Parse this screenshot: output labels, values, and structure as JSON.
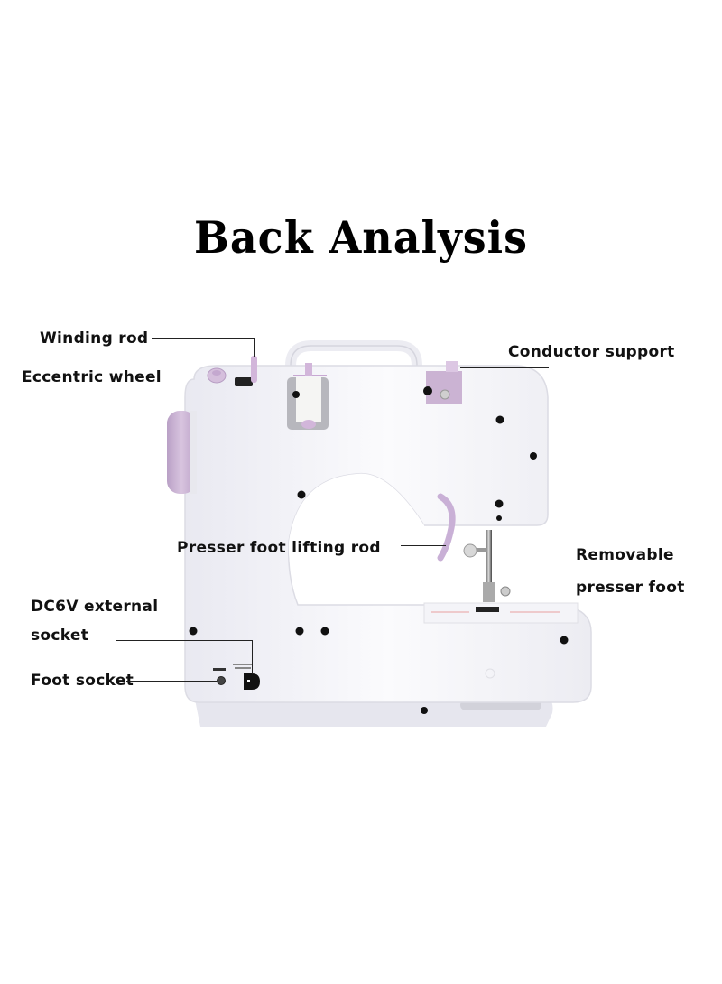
{
  "title": "Back Analysis",
  "labels": {
    "winding_rod": "Winding rod",
    "eccentric_wheel": "Eccentric wheel",
    "conductor_support": "Conductor support",
    "presser_foot_lifting_rod": "Presser foot lifting rod",
    "removable_presser_foot_line1": "Removable",
    "removable_presser_foot_line2": "presser foot",
    "dc6v_line1": "DC6V external",
    "dc6v_line2": "socket",
    "foot_socket": "Foot socket"
  },
  "colors": {
    "body": "#f3f3f7",
    "accent_lilac": "#cdb3d4",
    "text": "#111111",
    "leader_line": "#222222"
  }
}
